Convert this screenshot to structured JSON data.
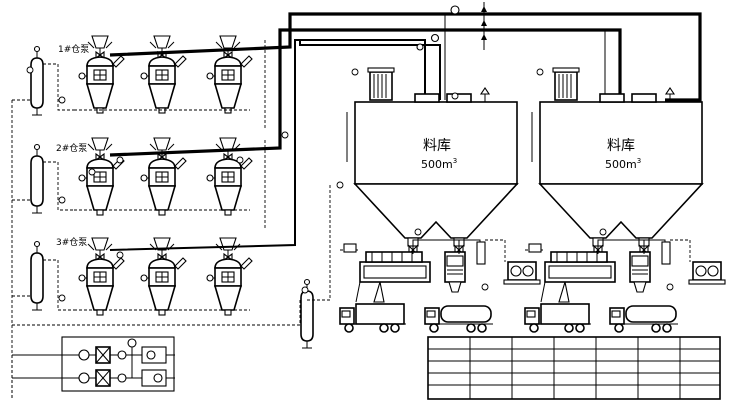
{
  "pumps": [
    {
      "label": "1#仓泵"
    },
    {
      "label": "2#仓泵"
    },
    {
      "label": "3#仓泵"
    }
  ],
  "silos": [
    {
      "title": "料库",
      "capacity": "500m",
      "capacity_sup": "3"
    },
    {
      "title": "料库",
      "capacity": "500m",
      "capacity_sup": "3"
    }
  ],
  "colors": {
    "line": "#000000",
    "background": "#ffffff"
  }
}
